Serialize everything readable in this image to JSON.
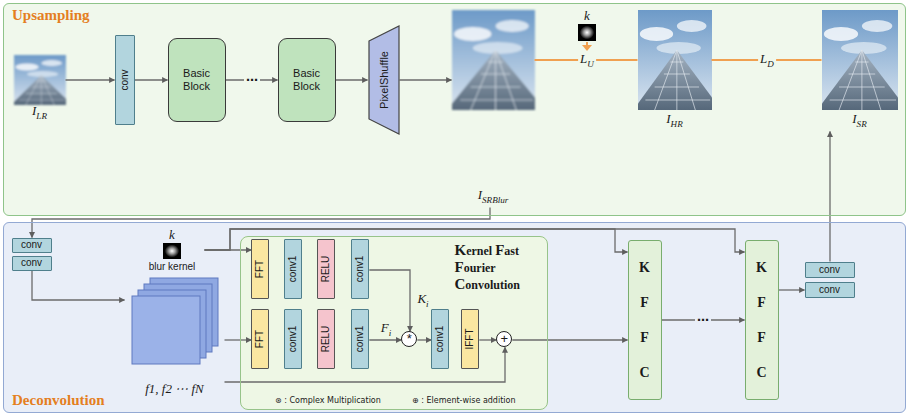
{
  "diagram": {
    "nodes": [
      {
        "text": [
          "Upsampling"
        ]
      },
      {
        "text": [
          "ILR"
        ],
        "in": 0
      },
      {
        "text": [
          "conv"
        ],
        "in": 0
      },
      {
        "text": [
          "Basic Block"
        ],
        "in": 0
      },
      {
        "text": [
          "Basic Block"
        ],
        "in": 0
      },
      {
        "text": [
          "PixelShuffle"
        ],
        "in": 0
      },
      {
        "text": [
          "ISRBlur"
        ],
        "in": 0
      },
      {
        "text": [
          "IHR"
        ],
        "in": 0
      },
      {
        "text": [
          "ISR"
        ],
        "in": 0
      },
      {
        "text": [
          "Deconvolution"
        ]
      },
      {
        "text": [
          "conv"
        ],
        "in": 9
      },
      {
        "text": [
          "conv"
        ],
        "in": 9
      },
      {
        "text": [
          "k",
          "blur kernel"
        ],
        "in": 9
      },
      {
        "text": [
          "f1, f2 ⋯ fN"
        ],
        "in": 9
      },
      {
        "text": [
          "Kernel Fast Fourier Convolution"
        ],
        "in": 9
      },
      {
        "text": [
          "FFT"
        ],
        "in": 14
      },
      {
        "text": [
          "conv1"
        ],
        "in": 14
      },
      {
        "text": [
          "RELU"
        ],
        "in": 14
      },
      {
        "text": [
          "conv1"
        ],
        "in": 14
      },
      {
        "text": [
          "FFT"
        ],
        "in": 14
      },
      {
        "text": [
          "conv1"
        ],
        "in": 14
      },
      {
        "text": [
          "RELU"
        ],
        "in": 14
      },
      {
        "text": [
          "conv1"
        ],
        "in": 14
      },
      {
        "text": [
          "*"
        ],
        "in": 14
      },
      {
        "text": [
          "conv1"
        ],
        "in": 14
      },
      {
        "text": [
          "IFFT"
        ],
        "in": 14
      },
      {
        "text": [
          "+"
        ],
        "in": 14
      },
      {
        "text": [
          "K F F C"
        ],
        "in": 9
      },
      {
        "text": [
          "K F F C"
        ],
        "in": 9
      },
      {
        "text": [
          "conv"
        ],
        "in": 9
      },
      {
        "text": [
          "conv"
        ],
        "in": 9
      }
    ],
    "edges": [
      {
        "from": 1,
        "to": 2,
        "arrow": "to"
      },
      {
        "from": 2,
        "to": 3,
        "arrow": "to"
      },
      {
        "from": 3,
        "to": 4,
        "arrow": "to",
        "label": "⋯"
      },
      {
        "from": 4,
        "to": 5,
        "arrow": "to"
      },
      {
        "from": 5,
        "to": 6,
        "arrow": "to"
      },
      {
        "from": 6,
        "to": 7,
        "arrow": "none",
        "label": "LU"
      },
      {
        "from": 7,
        "to": 8,
        "arrow": "none",
        "label": "LD"
      },
      {
        "from": 6,
        "to": 10,
        "arrow": "to"
      },
      {
        "from": 11,
        "to": 13,
        "arrow": "to"
      },
      {
        "from": 12,
        "to": 15,
        "arrow": "to"
      },
      {
        "from": 12,
        "to": 27,
        "arrow": "to"
      },
      {
        "from": 12,
        "to": 28,
        "arrow": "to"
      },
      {
        "from": 13,
        "to": 19,
        "arrow": "to"
      },
      {
        "from": 13,
        "to": 26,
        "arrow": "to"
      },
      {
        "from": 18,
        "to": 23,
        "arrow": "to",
        "label": "Ki"
      },
      {
        "from": 22,
        "to": 23,
        "arrow": "to",
        "label": "Fi"
      },
      {
        "from": 23,
        "to": 24,
        "arrow": "to"
      },
      {
        "from": 25,
        "to": 26,
        "arrow": "to"
      },
      {
        "from": 26,
        "to": 27,
        "arrow": "to"
      },
      {
        "from": 27,
        "to": 28,
        "arrow": "to",
        "label": "⋯"
      },
      {
        "from": 28,
        "to": 30,
        "arrow": "to"
      },
      {
        "from": 29,
        "to": 8,
        "arrow": "to"
      }
    ],
    "labels": [
      "k",
      "⊛ : Complex Multiplication",
      "⊕ : Element-wise addition"
    ]
  }
}
